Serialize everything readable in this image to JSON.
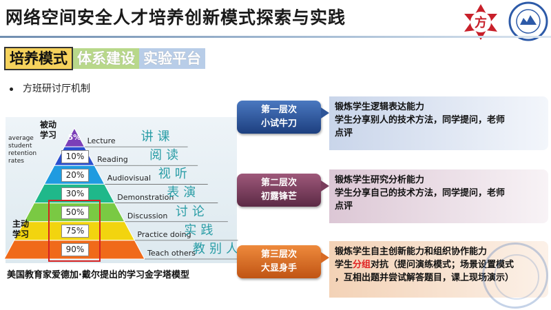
{
  "header": {
    "title": "网络空间安全人才培养创新模式探索与实践"
  },
  "tabs": [
    {
      "label": "培养模式",
      "active": true
    },
    {
      "label": "体系建设",
      "active": false
    },
    {
      "label": "实验平台",
      "active": false
    }
  ],
  "bullet": {
    "text": "方班研讨厅机制"
  },
  "pyramid": {
    "passive_label": "被动\n学习",
    "active_label": "主动\n学习",
    "retention_label": "average\nstudent\nretention\nrates",
    "levels": [
      {
        "percent": "5%",
        "en": "Lecture",
        "cn": "讲课"
      },
      {
        "percent": "10%",
        "en": "Reading",
        "cn": "阅读"
      },
      {
        "percent": "20%",
        "en": "Audiovisual",
        "cn": "视听"
      },
      {
        "percent": "30%",
        "en": "Demonstration",
        "cn": "表演"
      },
      {
        "percent": "50%",
        "en": "Discussion",
        "cn": "讨论"
      },
      {
        "percent": "75%",
        "en": "Practice doing",
        "cn": "实践"
      },
      {
        "percent": "90%",
        "en": "Teach others",
        "cn": "教别人"
      }
    ],
    "layer_colors": [
      "#7b3fb8",
      "#2a4fcf",
      "#1f9be0",
      "#1fb88a",
      "#7ac943",
      "#f2d40f",
      "#f06a1a"
    ],
    "caption": "美国教育家爱德加·戴尔提出的学习金字塔模型"
  },
  "levels": [
    {
      "title": "第一层次",
      "subtitle": "小试牛刀",
      "lines": [
        "锻炼学生逻辑表达能力",
        "学生分享别人的技术方法，同学提问，老师",
        "点评"
      ]
    },
    {
      "title": "第二层次",
      "subtitle": "初露锋芒",
      "lines": [
        "锻炼学生研究分析能力",
        "学生分享自己的技术方法，同学提问，老师",
        "点评"
      ]
    },
    {
      "title": "第三层次",
      "subtitle": "大显身手",
      "lines": [
        "锻炼学生自主创新能力和组织协作能力"
      ],
      "line2_before": "学生",
      "line2_highlight": "分组",
      "line2_after": "对抗（提问演练模式；场景设置模式",
      "line3": "，互相出题并尝试解答题目，课上现场演示）"
    }
  ],
  "colors": {
    "accent_red": "#e02020",
    "tab_active": "#f5d25c"
  }
}
